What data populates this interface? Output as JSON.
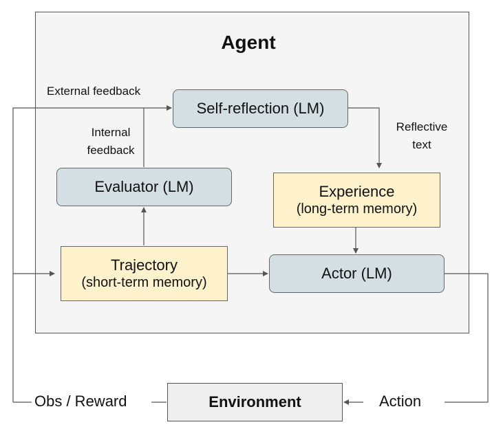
{
  "agent": {
    "title": "Agent"
  },
  "nodes": {
    "self_reflection": "Self-reflection (LM)",
    "evaluator": "Evaluator (LM)",
    "experience": {
      "title": "Experience",
      "subtitle": "(long-term memory)"
    },
    "trajectory": {
      "title": "Trajectory",
      "subtitle": "(short-term memory)"
    },
    "actor": "Actor (LM)",
    "environment": "Environment"
  },
  "edge_labels": {
    "external_feedback": "External feedback",
    "internal_feedback_1": "Internal",
    "internal_feedback_2": "feedback",
    "reflective_text_1": "Reflective",
    "reflective_text_2": "text",
    "obs_reward": "Obs / Reward",
    "action": "Action"
  },
  "colors": {
    "lm_fill": "#d3dfe2",
    "memory_fill": "#fdf2cc",
    "agent_fill": "#f5f5f5",
    "environment_fill": "#eeeeee",
    "edge": "#555555"
  }
}
